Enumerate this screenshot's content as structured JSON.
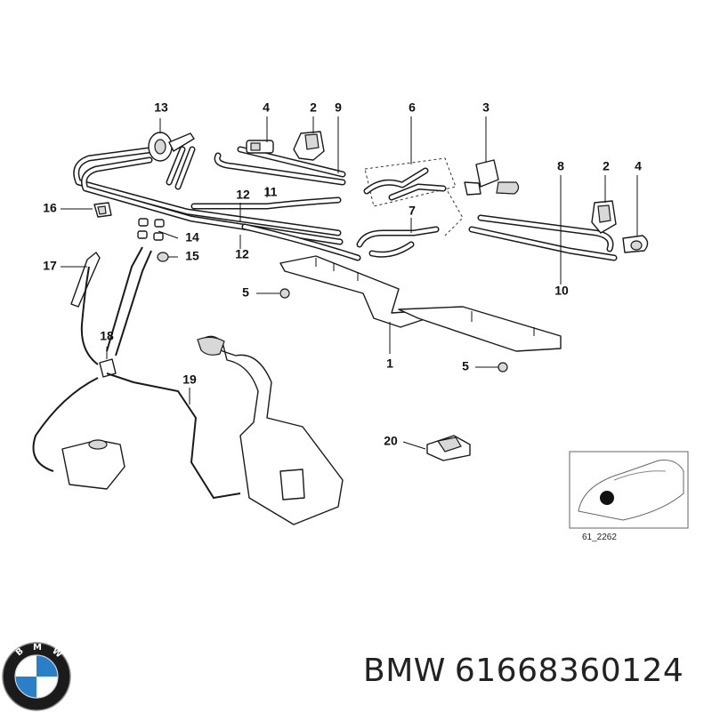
{
  "callouts": {
    "c1": "1",
    "c2a": "2",
    "c2b": "2",
    "c3": "3",
    "c4a": "4",
    "c4b": "4",
    "c5a": "5",
    "c5b": "5",
    "c6": "6",
    "c7": "7",
    "c8": "8",
    "c9": "9",
    "c10": "10",
    "c11": "11",
    "c12a": "12",
    "c12b": "12",
    "c13": "13",
    "c14": "14",
    "c15": "15",
    "c16": "16",
    "c17": "17",
    "c18": "18",
    "c19": "19",
    "c20": "20"
  },
  "inset": {
    "ref": "61_2262"
  },
  "footer": {
    "brand": "BMW",
    "part_number": "61668360124"
  },
  "logo": {
    "letters": "BMW",
    "colors": {
      "blue": "#2a7fc9",
      "ring": "#1b1b1b",
      "white": "#ffffff"
    }
  }
}
